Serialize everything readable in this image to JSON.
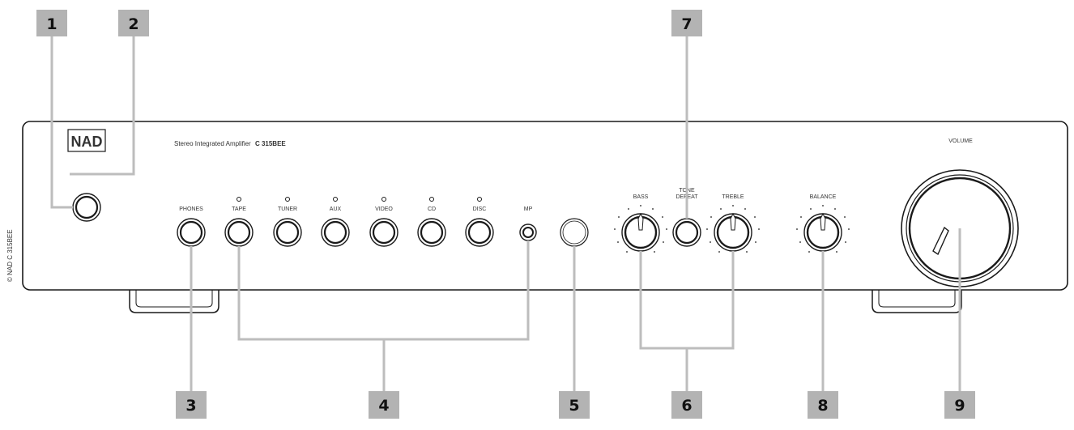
{
  "panel": {
    "logo": "NAD",
    "model_prefix": "Stereo Integrated Amplifier",
    "model_name": "C 315BEE",
    "copyright": "© NAD C 315BEE"
  },
  "labels": {
    "phones": "PHONES",
    "tape": "TAPE",
    "tuner": "TUNER",
    "aux": "AUX",
    "video": "VIDEO",
    "cd": "CD",
    "disc": "DISC",
    "mp": "MP",
    "bass": "BASS",
    "tone_line1": "TONE",
    "tone_line2": "DEFEAT",
    "treble": "TREBLE",
    "balance": "BALANCE",
    "volume": "VOLUME"
  },
  "callouts": [
    "1",
    "2",
    "3",
    "4",
    "5",
    "6",
    "7",
    "8",
    "9"
  ],
  "colors": {
    "callout_box": "#b3b3b3",
    "leader_line": "#bdbdbd",
    "outline": "#1a1a1a"
  }
}
